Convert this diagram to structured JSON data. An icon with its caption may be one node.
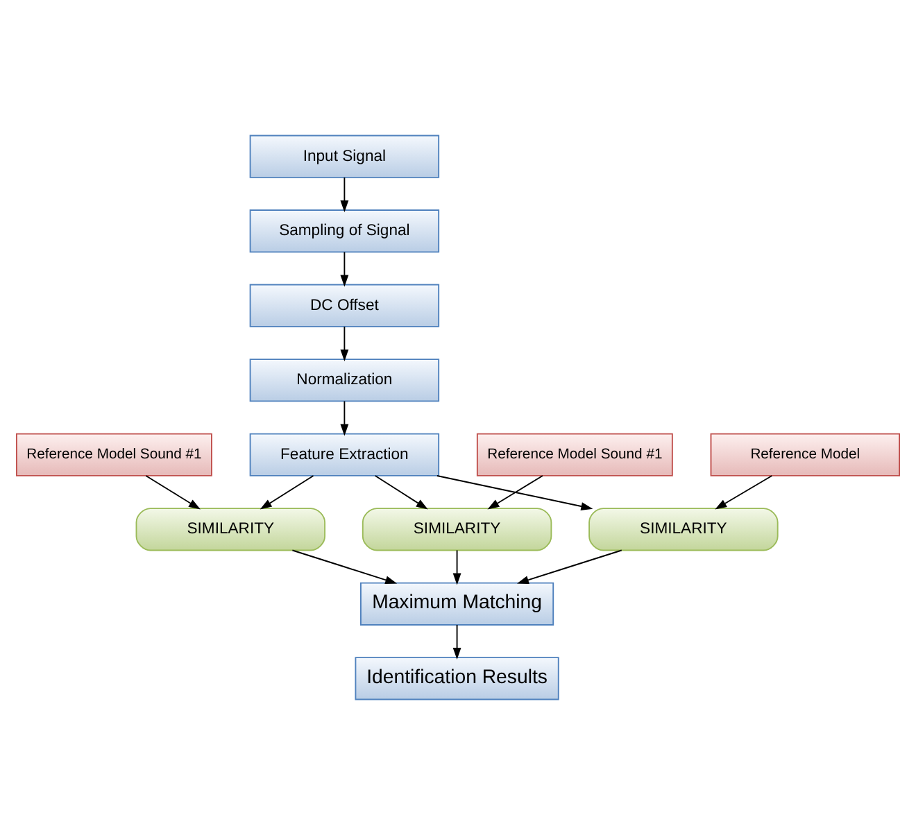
{
  "diagram": {
    "nodes": [
      {
        "text": [
          "Input Signal"
        ]
      },
      {
        "text": [
          "Sampling of Signal"
        ]
      },
      {
        "text": [
          "DC Offset"
        ]
      },
      {
        "text": [
          "Normalization"
        ]
      },
      {
        "text": [
          "Feature Extraction"
        ]
      },
      {
        "text": [
          "SIMILARITY"
        ]
      },
      {
        "text": [
          "Reference Model Sound #1"
        ]
      },
      {
        "text": [
          "SIMILARITY"
        ]
      },
      {
        "text": [
          "Reference Model Sound #1"
        ]
      },
      {
        "text": [
          "SIMILARITY"
        ]
      },
      {
        "text": [
          "Reference Model"
        ]
      },
      {
        "text": [
          "Identification Results"
        ]
      },
      {
        "text": [
          "Maximum Matching"
        ]
      }
    ],
    "edges": [
      {
        "from": 0,
        "to": 1,
        "arrow": "to"
      },
      {
        "from": 1,
        "to": 2,
        "arrow": "to"
      },
      {
        "from": 2,
        "to": 3,
        "arrow": "to"
      },
      {
        "from": 3,
        "to": 4,
        "arrow": "to"
      },
      {
        "from": 4,
        "to": 5,
        "arrow": "to"
      },
      {
        "from": 4,
        "to": 7,
        "arrow": "to"
      },
      {
        "from": 4,
        "to": 9,
        "arrow": "to"
      },
      {
        "from": 6,
        "to": 5,
        "arrow": "to"
      },
      {
        "from": 8,
        "to": 7,
        "arrow": "to"
      },
      {
        "from": 10,
        "to": 9,
        "arrow": "to"
      },
      {
        "from": 5,
        "to": 12,
        "arrow": "to"
      },
      {
        "from": 7,
        "to": 12,
        "arrow": "to"
      },
      {
        "from": 9,
        "to": 12,
        "arrow": "to"
      },
      {
        "from": 12,
        "to": 11,
        "arrow": "to"
      }
    ]
  }
}
